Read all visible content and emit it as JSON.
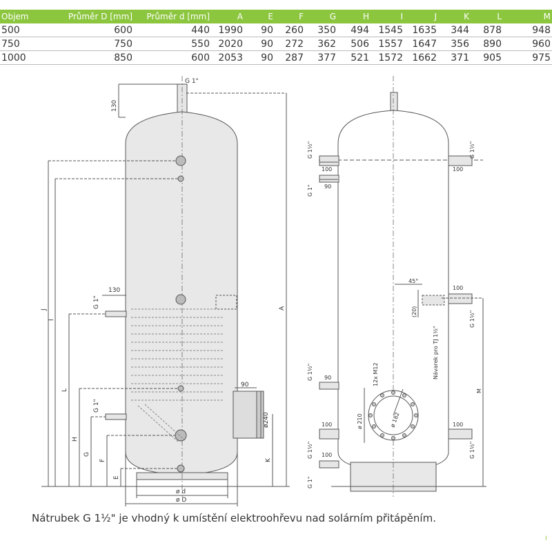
{
  "table": {
    "columns": [
      "Objem [l]",
      "Průměr D [mm]",
      "Průměr d [mm]",
      "A",
      "E",
      "F",
      "G",
      "H",
      "I",
      "J",
      "K",
      "L",
      "M"
    ],
    "rows": [
      [
        "500",
        "600",
        "440",
        "1990",
        "90",
        "260",
        "350",
        "494",
        "1545",
        "1635",
        "344",
        "878",
        "948"
      ],
      [
        "750",
        "750",
        "550",
        "2020",
        "90",
        "272",
        "362",
        "506",
        "1557",
        "1647",
        "356",
        "890",
        "960"
      ],
      [
        "1000",
        "850",
        "600",
        "2053",
        "90",
        "287",
        "377",
        "521",
        "1572",
        "1662",
        "371",
        "905",
        "975"
      ]
    ]
  },
  "drawing": {
    "left": {
      "thread_top": "G 1\"",
      "dim_130_top": "130",
      "dim_130_side": "130",
      "thread_g1_left_upper": "G 1\"",
      "thread_g1_left_lower": "G 1\"",
      "dim_90": "90",
      "dia_240": "ø240",
      "letters": [
        "J",
        "I",
        "L",
        "H",
        "G",
        "F",
        "E",
        "A",
        "K"
      ],
      "dia_d": "ø d",
      "dia_D": "ø D"
    },
    "right": {
      "thread_g1_5_tl": "G 1½\"",
      "thread_g1_tl": "G 1\"",
      "thread_g1_5_tr": "G 1½\"",
      "dim_100_a": "100",
      "dim_90_a": "90",
      "dim_100_b": "100",
      "angle_45": "45°",
      "dim_20": "(20)",
      "weld_label": "Návarek pro TJ 1½\"",
      "thread_g1_5_r_mid": "G 1½\"",
      "dim_100_c": "100",
      "thread_g1_5_l_mid": "G 1½\"",
      "dim_90_b": "90",
      "flange_bolts": "12x M12",
      "flange_dia": "ø 210",
      "flange_pcd": "ø 182",
      "dim_100_d": "100",
      "dim_100_e": "100",
      "thread_g1_5_bl": "G 1½\"",
      "thread_g1_5_br": "G 1½\"",
      "dim_100_f": "100",
      "thread_g1_bl": "G 1\"",
      "letter_M": "M"
    }
  },
  "caption": "Nátrubek G 1½\" je vhodný k umístění elektroohřevu nad solárním přitápěním.",
  "page_mark": "I",
  "colors": {
    "accent": "#8cc63f",
    "steel": "#e6e6e6",
    "line": "#555555"
  }
}
